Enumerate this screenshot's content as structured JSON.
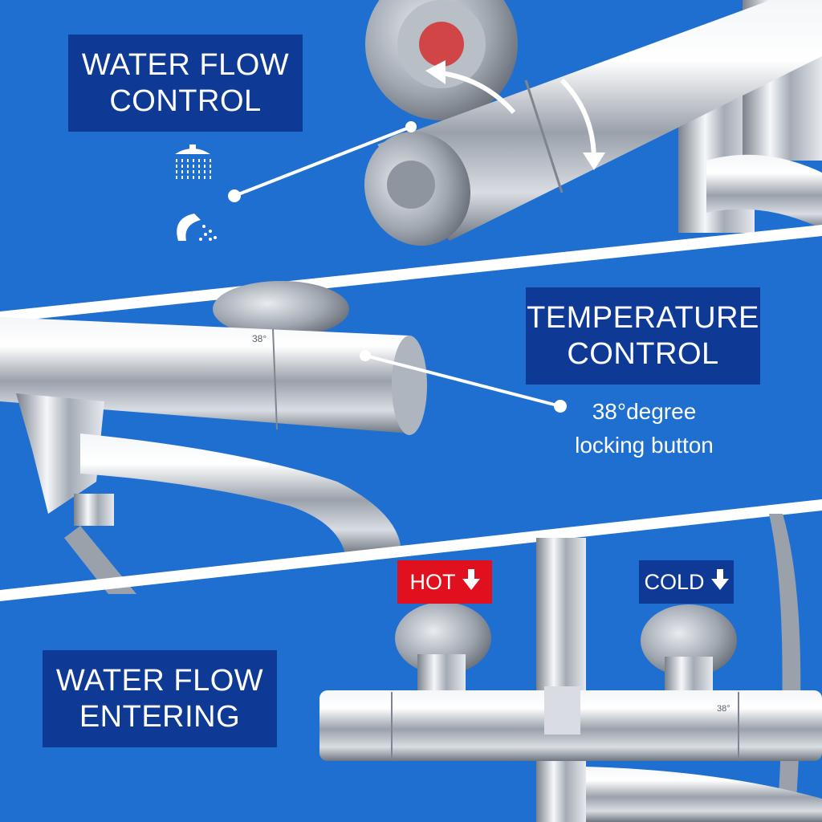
{
  "colors": {
    "background": "#1f6fd1",
    "label_box": "#0e3a96",
    "hot_tag": "#e0101e",
    "cold_tag": "#0e3a96",
    "divider": "#ffffff",
    "chrome": "#c9ced6"
  },
  "panel_top": {
    "title": "WATER FLOW\nCONTROL",
    "icons": [
      "rain-shower-icon",
      "hand-shower-icon"
    ]
  },
  "panel_middle": {
    "title": "TEMPERATURE\nCONTROL",
    "note_line1": "38°degree",
    "note_line2": "locking button",
    "dial_mark": "38°"
  },
  "panel_bottom": {
    "title": "WATER FLOW\nENTERING",
    "hot_label": "HOT",
    "cold_label": "COLD",
    "arrow_icon": "down-arrow-icon",
    "dial_mark": "38°"
  }
}
